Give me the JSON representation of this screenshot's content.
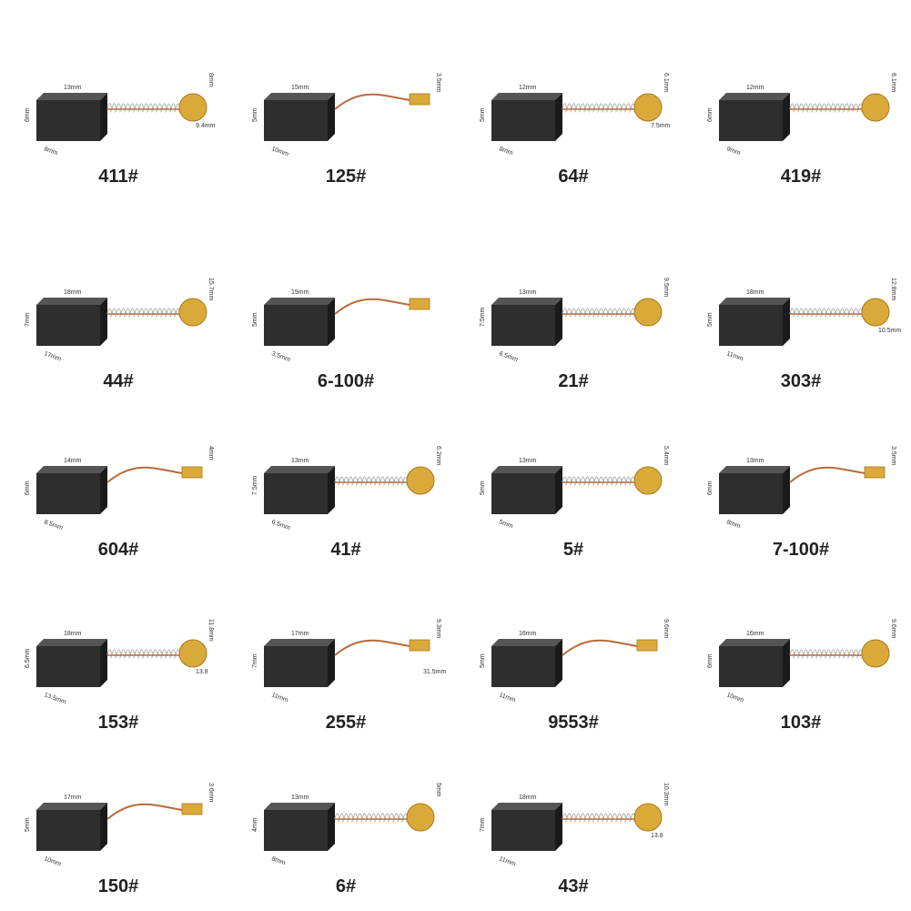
{
  "brushes": [
    {
      "code": "411#",
      "dims": [
        "13mm",
        "6mm",
        "8mm",
        "8mm",
        "9.4mm"
      ],
      "terminal": "round"
    },
    {
      "code": "125#",
      "dims": [
        "15mm",
        "5mm",
        "10mm",
        "3.5mm"
      ],
      "terminal": "flat"
    },
    {
      "code": "64#",
      "dims": [
        "12mm",
        "5mm",
        "8mm",
        "6.1mm",
        "7.5mm"
      ],
      "terminal": "round"
    },
    {
      "code": "419#",
      "dims": [
        "12mm",
        "6mm",
        "9mm",
        "8.1mm"
      ],
      "terminal": "round"
    },
    {
      "code": "44#",
      "dims": [
        "18mm",
        "7mm",
        "17mm",
        "15.7mm"
      ],
      "terminal": "round"
    },
    {
      "code": "6-100#",
      "dims": [
        "15mm",
        "5mm",
        "3.5mm"
      ],
      "terminal": "flat"
    },
    {
      "code": "21#",
      "dims": [
        "13mm",
        "7.5mm",
        "6.5mm",
        "9.5mm"
      ],
      "terminal": "round"
    },
    {
      "code": "303#",
      "dims": [
        "18mm",
        "5mm",
        "11mm",
        "12.8mm",
        "10.5mm"
      ],
      "terminal": "round"
    },
    {
      "code": "604#",
      "dims": [
        "14mm",
        "6mm",
        "8.5mm",
        "4mm"
      ],
      "terminal": "flat"
    },
    {
      "code": "41#",
      "dims": [
        "13mm",
        "7.5mm",
        "6.5mm",
        "6.2mm"
      ],
      "terminal": "round"
    },
    {
      "code": "5#",
      "dims": [
        "13mm",
        "5mm",
        "5mm",
        "5.4mm"
      ],
      "terminal": "round"
    },
    {
      "code": "7-100#",
      "dims": [
        "13mm",
        "6mm",
        "8mm",
        "3.5mm"
      ],
      "terminal": "flat"
    },
    {
      "code": "153#",
      "dims": [
        "18mm",
        "6.5mm",
        "13.5mm",
        "11.8mm",
        "13.8"
      ],
      "terminal": "round"
    },
    {
      "code": "255#",
      "dims": [
        "17mm",
        "7mm",
        "11mm",
        "9.3mm",
        "31.5mm"
      ],
      "terminal": "flat"
    },
    {
      "code": "9553#",
      "dims": [
        "16mm",
        "5mm",
        "11mm",
        "9.6mm"
      ],
      "terminal": "flat"
    },
    {
      "code": "103#",
      "dims": [
        "16mm",
        "6mm",
        "10mm",
        "9.6mm"
      ],
      "terminal": "round"
    },
    {
      "code": "150#",
      "dims": [
        "17mm",
        "5mm",
        "10mm",
        "3.6mm"
      ],
      "terminal": "flat"
    },
    {
      "code": "6#",
      "dims": [
        "13mm",
        "4mm",
        "8mm",
        "5mm"
      ],
      "terminal": "round"
    },
    {
      "code": "43#",
      "dims": [
        "18mm",
        "7mm",
        "11mm",
        "10.3mm",
        "13.8"
      ],
      "terminal": "round"
    }
  ],
  "colors": {
    "carbon": "#2e2e2e",
    "carbon_edge": "#1a1a1a",
    "copper": "#b86a3a",
    "brass": "#d9a93a",
    "spring": "#b9b9b9",
    "label": "#222222"
  }
}
